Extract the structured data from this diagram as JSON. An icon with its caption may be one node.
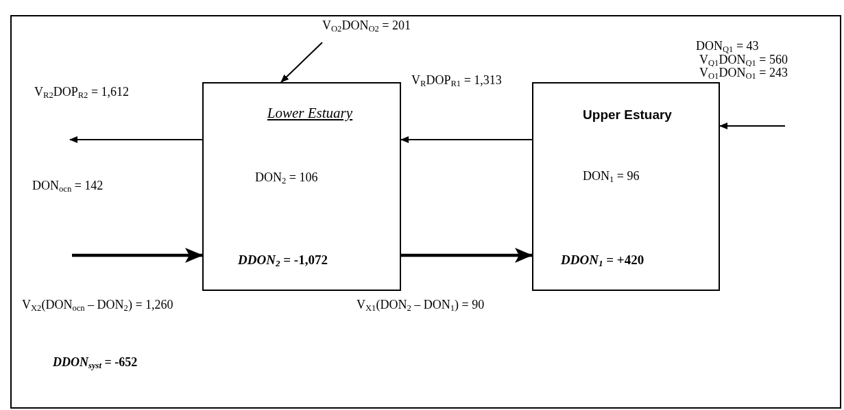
{
  "diagram": {
    "nodes": [
      {
        "text": [
          "Lower Estuary",
          "DON$_{2}$ = 106",
          "*DDON$_{2}$* = -1,072"
        ]
      },
      {
        "text": [
          "Upper Estuary",
          "DON$_{1}$ = 96",
          "*DDON$_{1}$* = +420"
        ]
      }
    ],
    "edges": [
      {
        "from": null,
        "to": 0,
        "arrow": "to",
        "label": "V$_{O2}$DON$_{O2}$ = 201"
      },
      {
        "from": 0,
        "to": null,
        "arrow": "to",
        "label": "V$_{R2}$DOP$_{R2}$ = 1,612"
      },
      {
        "from": 1,
        "to": 0,
        "arrow": "to",
        "label": "V$_{R}$DOP$_{R1}$ = 1,313"
      },
      {
        "from": null,
        "to": 1,
        "arrow": "to"
      },
      {
        "from": null,
        "to": 0,
        "arrow": "to",
        "style": "thick",
        "label": "V$_{X2}$(DON$_{ocn}$ – DON$_{2}$) = 1,260"
      },
      {
        "from": 0,
        "to": 1,
        "arrow": "to",
        "style": "thick",
        "label": "V$_{X1}$(DON$_{2}$ – DON$_{1}$) = 90"
      }
    ],
    "labels": [
      "DON$_{Q1}$ = 43",
      "V$_{Q1}$DON$_{Q1}$ = 560",
      "V$_{O1}$DON$_{O1}$ = 243",
      "DON$_{ocn}$ = 142",
      "*DDON$_{syst}$* = -652"
    ]
  }
}
